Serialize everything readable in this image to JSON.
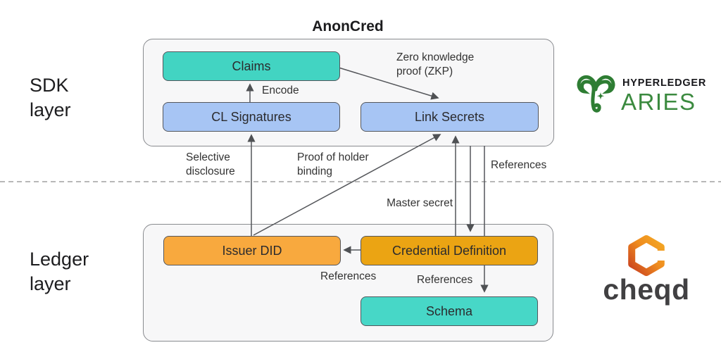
{
  "title": "AnonCred",
  "layers": {
    "sdk": {
      "label": "SDK\nlayer"
    },
    "ledger": {
      "label": "Ledger\nlayer"
    }
  },
  "nodes": {
    "claims": {
      "label": "Claims",
      "color": "#42d4c2"
    },
    "cl_signatures": {
      "label": "CL Signatures",
      "color": "#a7c5f4"
    },
    "link_secrets": {
      "label": "Link Secrets",
      "color": "#a7c5f4"
    },
    "issuer_did": {
      "label": "Issuer DID",
      "color": "#f8a93e"
    },
    "credential_definition": {
      "label": "Credential Definition",
      "color": "#eba413"
    },
    "schema": {
      "label": "Schema",
      "color": "#47d7c7"
    }
  },
  "edge_labels": {
    "encode": "Encode",
    "zkp": "Zero knowledge\nproof (ZKP)",
    "selective_disclosure": "Selective\ndisclosure",
    "proof_of_holder_binding": "Proof of holder\nbinding",
    "master_secret": "Master secret",
    "references_link": "References",
    "references_issuer": "References",
    "references_schema": "References"
  },
  "logos": {
    "aries": {
      "brand": "HYPERLEDGER",
      "product": "ARIES",
      "green": "#398a3f",
      "dark": "#17171b"
    },
    "cheqd": {
      "wordmark": "cheqd",
      "orange_dark": "#c9411f",
      "orange_light": "#f3a824",
      "gray": "#414042"
    }
  },
  "style_colors": {
    "edge_line": "#54565a",
    "separator": "#a0a0a0",
    "container_fill": "#f7f7f8",
    "container_border": "#898b8f"
  }
}
